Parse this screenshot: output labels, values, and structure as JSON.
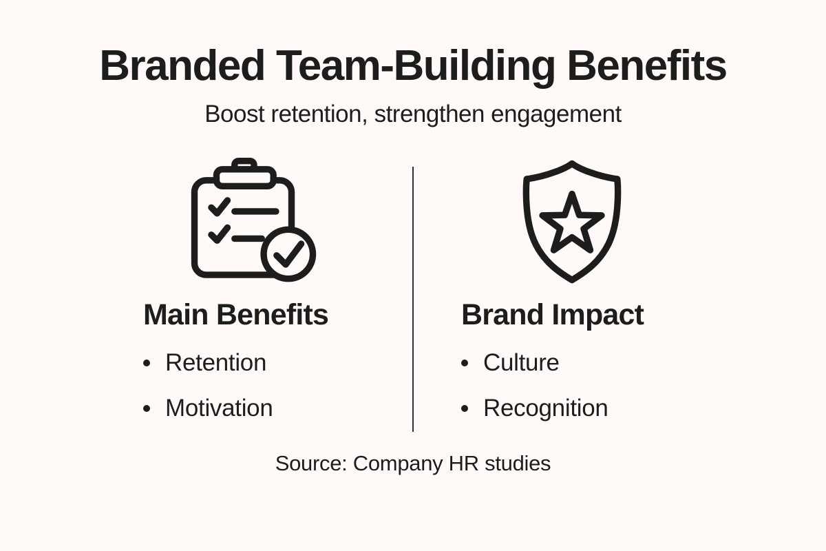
{
  "theme": {
    "background": "#FFFAF7",
    "ink": "#1D1D1D",
    "divider_color": "#2E2E2E"
  },
  "header": {
    "title": "Branded Team-Building Benefits",
    "subtitle": "Boost retention, strengthen engagement"
  },
  "columns": [
    {
      "icon": "clipboard-checklist-icon",
      "heading": "Main Benefits",
      "bullets": [
        "Retention",
        "Motivation"
      ]
    },
    {
      "icon": "shield-star-icon",
      "heading": "Brand Impact",
      "bullets": [
        "Culture",
        "Recognition"
      ]
    }
  ],
  "footer": {
    "source_label": "Source: Company HR studies"
  }
}
